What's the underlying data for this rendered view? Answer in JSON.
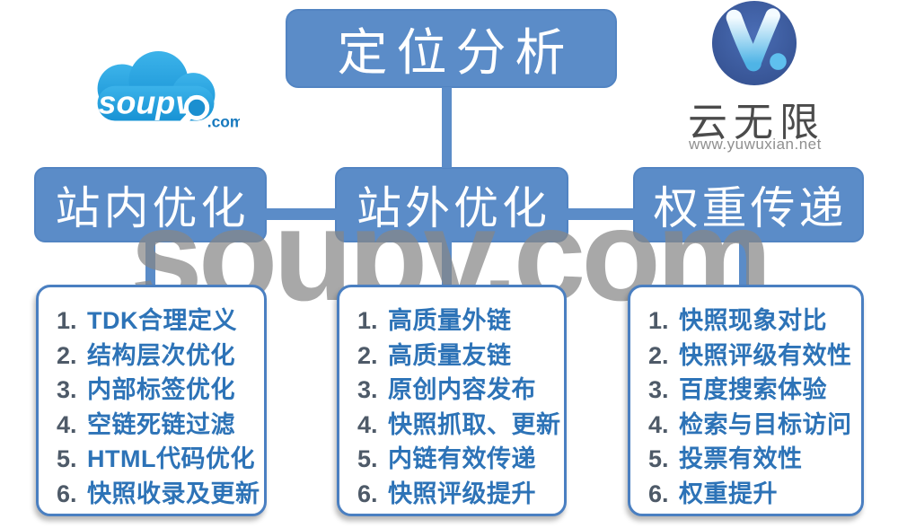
{
  "watermark": {
    "text": "soupv.com"
  },
  "brand_left": {
    "name": "soupv",
    "tld": ".com"
  },
  "brand_right": {
    "name": "云无限",
    "site": "www.yuwuxian.net"
  },
  "diagram": {
    "root": {
      "label": "定位分析"
    },
    "branches": [
      {
        "label": "站内优化",
        "items": [
          {
            "num": "1.",
            "text": "TDK合理定义"
          },
          {
            "num": "2.",
            "text": "结构层次优化"
          },
          {
            "num": "3.",
            "text": "内部标签优化"
          },
          {
            "num": "4.",
            "text": "空链死链过滤"
          },
          {
            "num": "5.",
            "text": "HTML代码优化"
          },
          {
            "num": "6.",
            "text": "快照收录及更新"
          }
        ]
      },
      {
        "label": "站外优化",
        "items": [
          {
            "num": "1.",
            "text": "高质量外链"
          },
          {
            "num": "2.",
            "text": "高质量友链"
          },
          {
            "num": "3.",
            "text": "原创内容发布"
          },
          {
            "num": "4.",
            "text": "快照抓取、更新"
          },
          {
            "num": "5.",
            "text": "内链有效传递"
          },
          {
            "num": "6.",
            "text": "快照评级提升"
          }
        ]
      },
      {
        "label": "权重传递",
        "items": [
          {
            "num": "1.",
            "text": "快照现象对比"
          },
          {
            "num": "2.",
            "text": "快照评级有效性"
          },
          {
            "num": "3.",
            "text": "百度搜索体验"
          },
          {
            "num": "4.",
            "text": "检索与目标访问"
          },
          {
            "num": "5.",
            "text": "投票有效性"
          },
          {
            "num": "6.",
            "text": "权重提升"
          }
        ]
      }
    ]
  },
  "colors": {
    "box_blue": "#5b8cc8",
    "box_edge": "#5284c2",
    "list_border": "#4a7fc1",
    "item_text": "#2d73b7",
    "item_num": "#4e5a68",
    "watermark": "rgba(135,135,135,0.72)",
    "cloud_blue": "#2aa4e0",
    "logo_circle_blue": "#3b5a9e"
  }
}
